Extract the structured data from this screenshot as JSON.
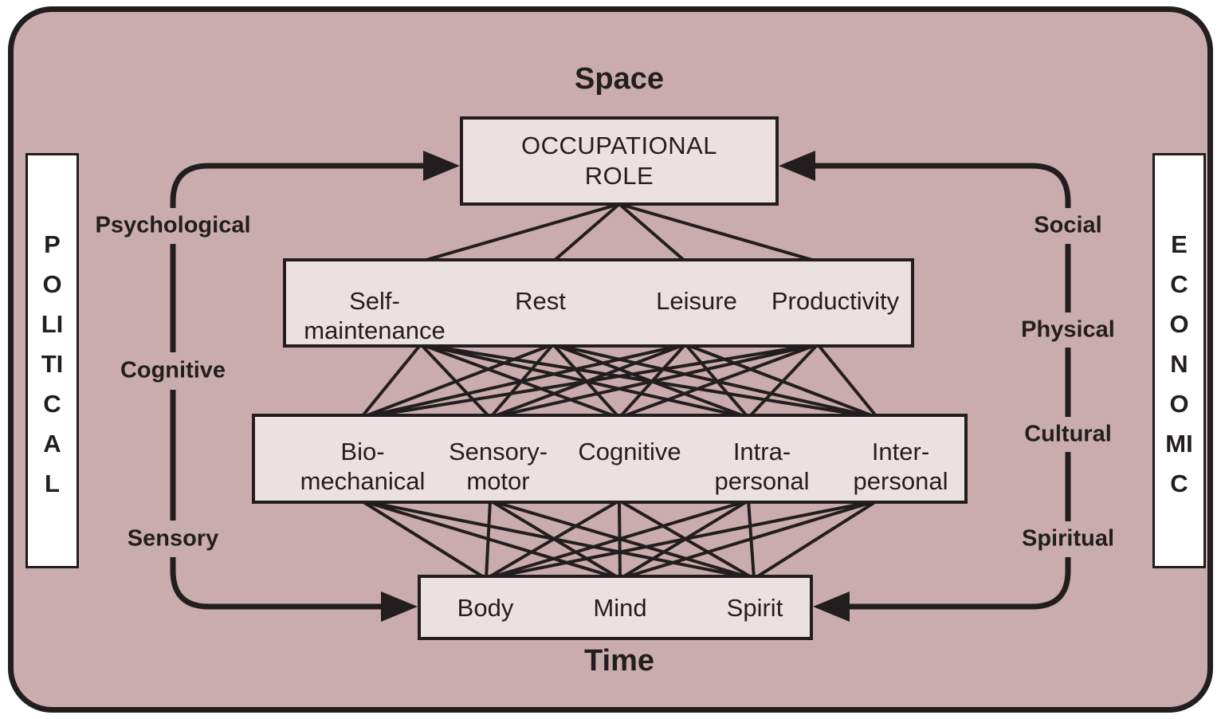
{
  "frame": {
    "top_label": "Space",
    "bottom_label": "Time",
    "left_band_word": "POLITICAL",
    "right_band_word": "ECONOMIC"
  },
  "external_left": [
    "Psychological",
    "Cognitive",
    "Sensory"
  ],
  "external_right": [
    "Social",
    "Physical",
    "Cultural",
    "Spiritual"
  ],
  "role_box": {
    "line1": "OCCUPATIONAL",
    "line2": "ROLE"
  },
  "areas": [
    {
      "line1": "Self-",
      "line2": "maintenance"
    },
    {
      "line1": "Rest",
      "line2": ""
    },
    {
      "line1": "Leisure",
      "line2": ""
    },
    {
      "line1": "Productivity",
      "line2": ""
    }
  ],
  "components": [
    {
      "line1": "Bio-",
      "line2": "mechanical"
    },
    {
      "line1": "Sensory-",
      "line2": "motor"
    },
    {
      "line1": "Cognitive",
      "line2": ""
    },
    {
      "line1": "Intra-",
      "line2": "personal"
    },
    {
      "line1": "Inter-",
      "line2": "personal"
    }
  ],
  "core": [
    "Body",
    "Mind",
    "Spirit"
  ],
  "colors": {
    "background": "#cbacae",
    "box_fill": "#ece1e1",
    "line": "#221e1f",
    "band_fill": "#ffffff"
  }
}
